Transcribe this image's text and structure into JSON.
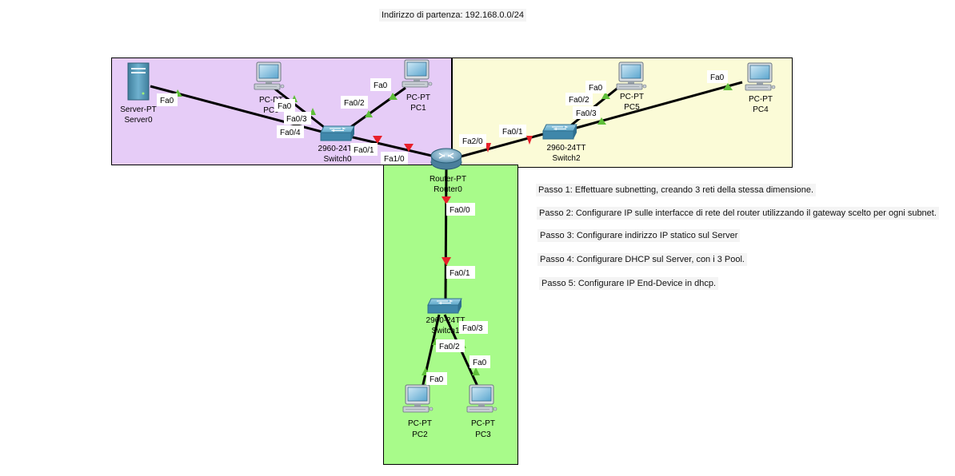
{
  "diagram": {
    "title": "Indirizzo di partenza: 192.168.0.0/24",
    "areas": [
      {
        "id": "area-lan1",
        "color": "#e6ccf7"
      },
      {
        "id": "area-lan2",
        "color": "#fbfbd7"
      },
      {
        "id": "area-lan3",
        "color": "#a8fb8a"
      }
    ],
    "devices": {
      "server0": {
        "type": "Server-PT",
        "name": "Server0"
      },
      "pc0": {
        "type": "PC-PT",
        "name": "PC0"
      },
      "pc1": {
        "type": "PC-PT",
        "name": "PC1"
      },
      "switch0": {
        "type": "2960-24TT",
        "name": "Switch0"
      },
      "router0": {
        "type": "Router-PT",
        "name": "Router0"
      },
      "switch2": {
        "type": "2960-24TT",
        "name": "Switch2"
      },
      "pc5": {
        "type": "PC-PT",
        "name": "PC5"
      },
      "pc4": {
        "type": "PC-PT",
        "name": "PC4"
      },
      "switch1": {
        "type": "2960-24TT",
        "name": "Switch1"
      },
      "pc2": {
        "type": "PC-PT",
        "name": "PC2"
      },
      "pc3": {
        "type": "PC-PT",
        "name": "PC3"
      }
    },
    "ports": {
      "server0_fa0": "Fa0",
      "pc0_fa0": "Fa0",
      "switch0_fa0_3": "Fa0/3",
      "switch0_fa0_4": "Fa0/4",
      "switch0_fa0_2": "Fa0/2",
      "pc1_fa0": "Fa0",
      "switch0_fa0_1": "Fa0/1",
      "router0_fa1_0": "Fa1/0",
      "router0_fa2_0": "Fa2/0",
      "switch2_fa0_1": "Fa0/1",
      "pc5_fa0": "Fa0",
      "switch2_fa0_2": "Fa0/2",
      "switch2_fa0_3": "Fa0/3",
      "pc4_fa0": "Fa0",
      "router0_fa0_0": "Fa0/0",
      "switch1_fa0_1": "Fa0/1",
      "switch1_fa0_3": "Fa0/3",
      "switch1_fa0_2": "Fa0/2",
      "pc2_fa0": "Fa0",
      "pc3_fa0": "Fa0"
    },
    "link_status_colors": {
      "up": "#5fbf3a",
      "down": "#e8202a"
    },
    "link_color": "#000000"
  },
  "instructions": [
    "Passo 1: Effettuare subnetting, creando 3 reti della stessa dimensione.",
    "Passo 2: Configurare IP sulle interfacce di rete del router utilizzando il gateway scelto per ogni subnet.",
    "Passo 3: Configurare indirizzo IP statico sul Server",
    "Passo 4: Configurare DHCP sul Server, con i 3 Pool.",
    "Passo 5: Configurare IP End-Device in dhcp."
  ]
}
